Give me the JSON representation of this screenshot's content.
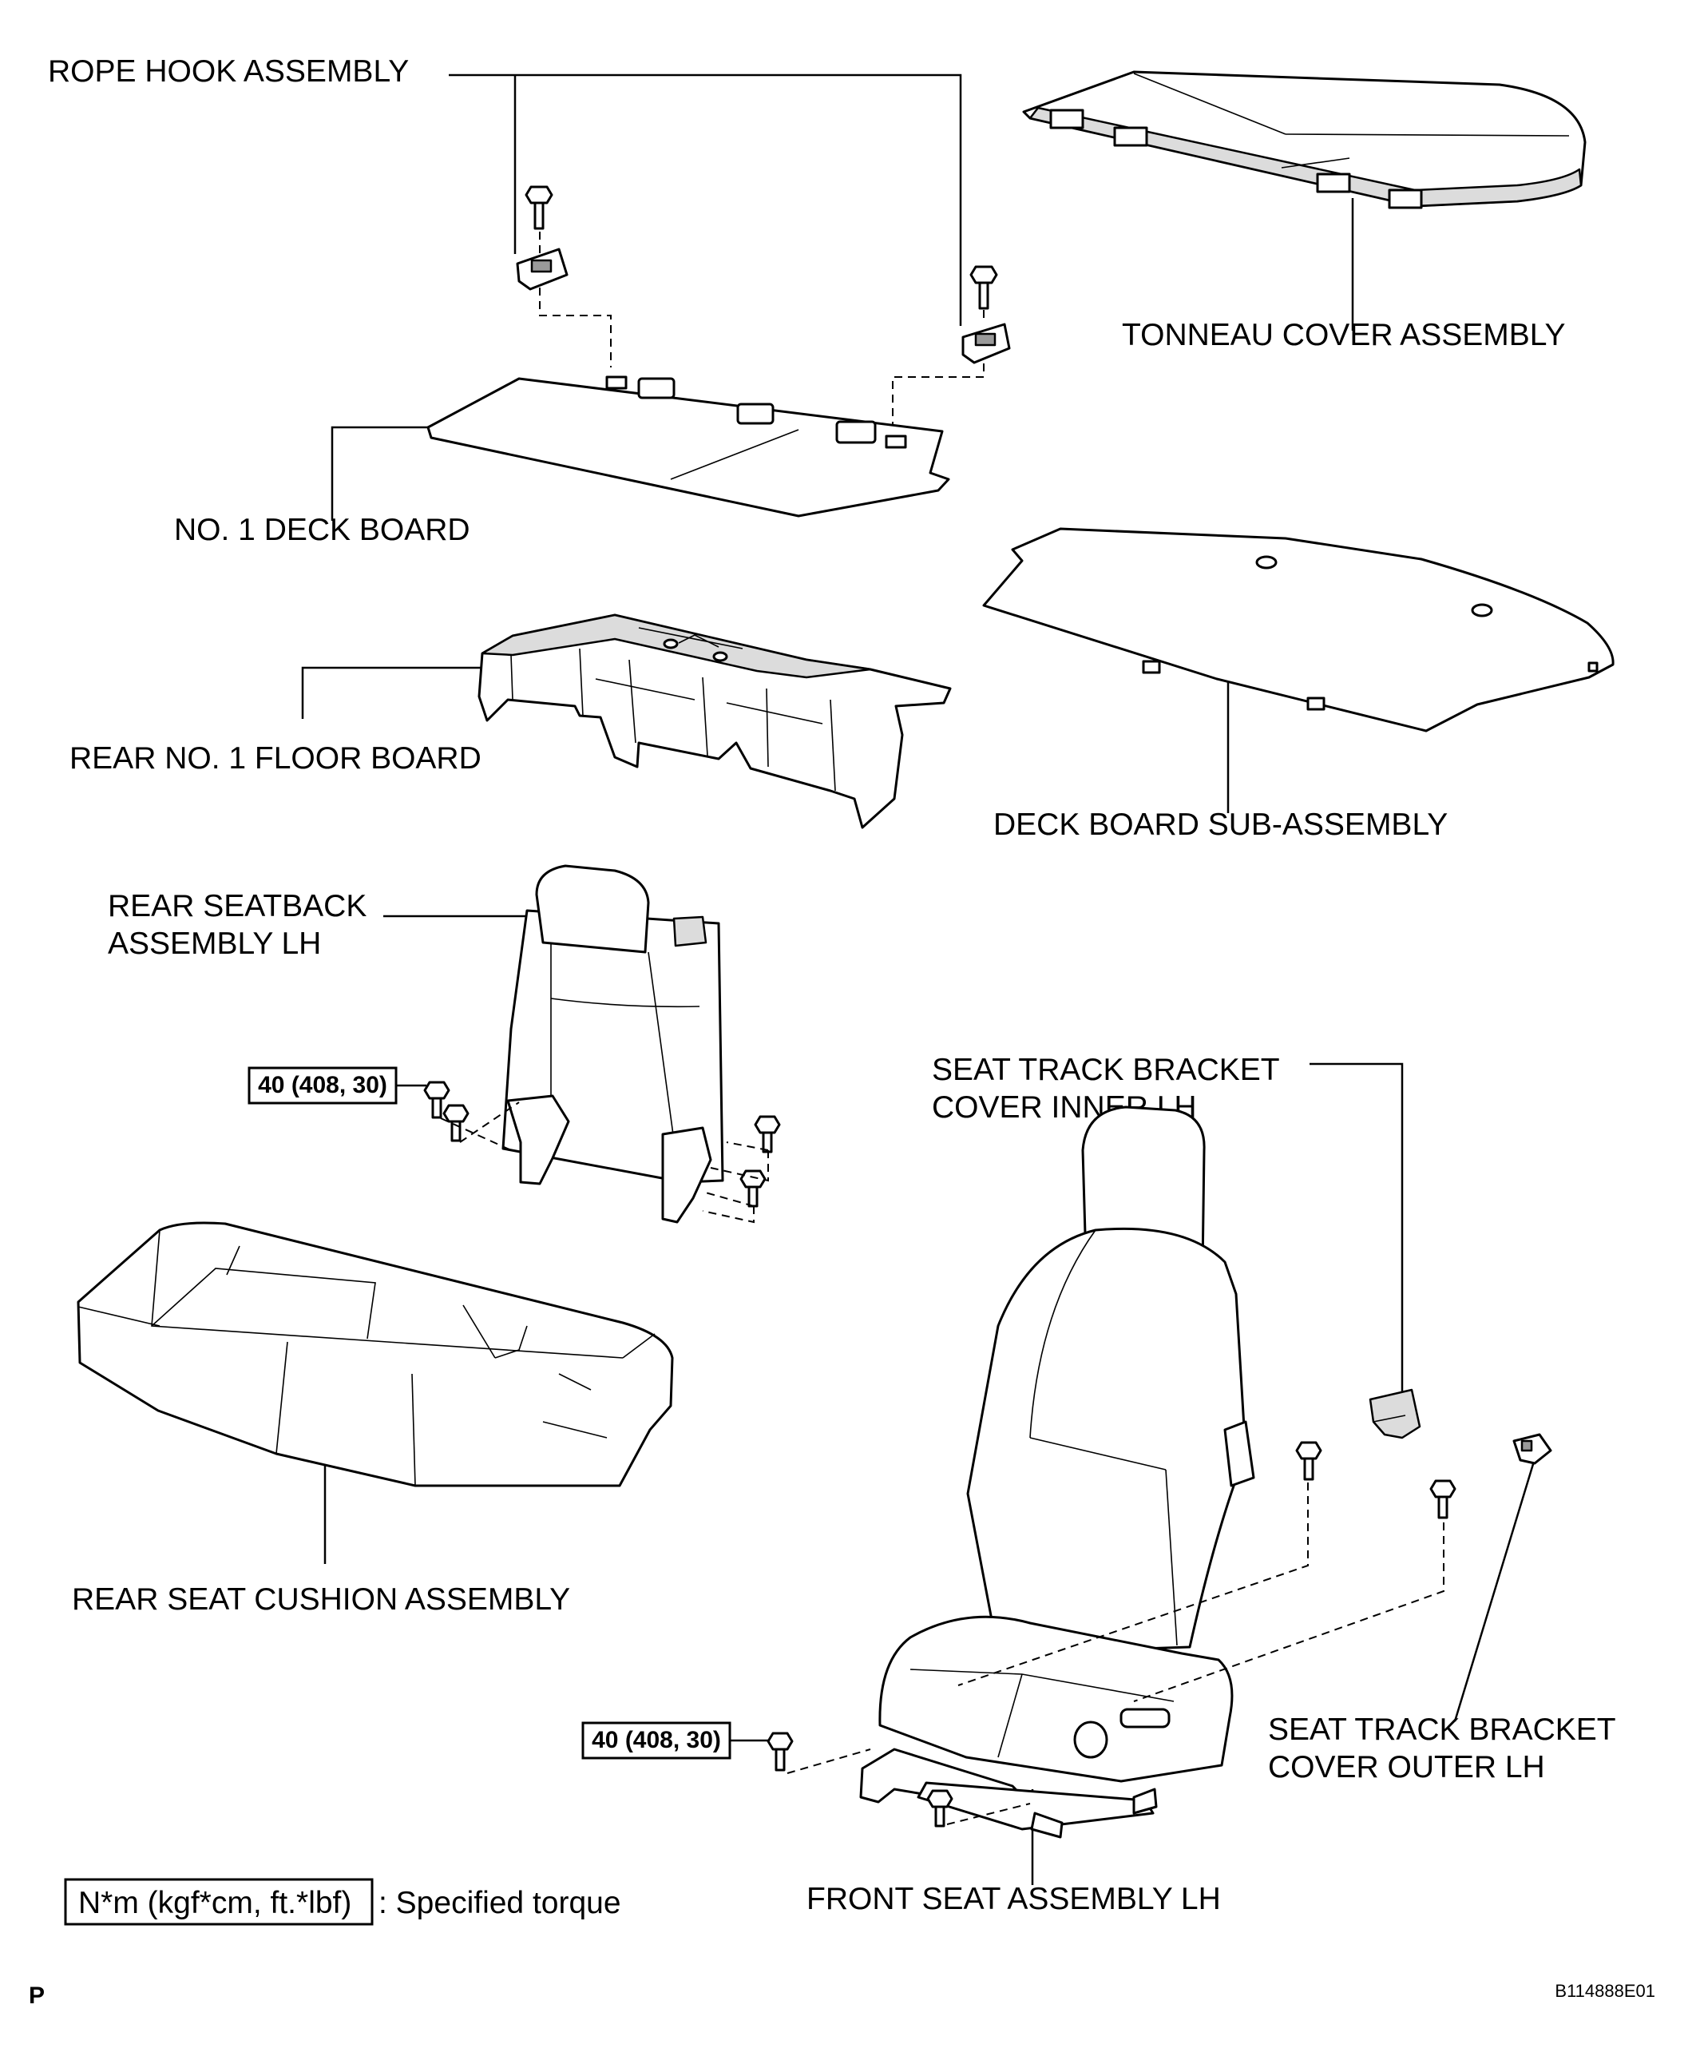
{
  "labels": {
    "rope_hook": "ROPE HOOK ASSEMBLY",
    "tonneau_cover": "TONNEAU COVER ASSEMBLY",
    "no1_deck_board": "NO. 1 DECK BOARD",
    "rear_no1_floor_board": "REAR NO. 1 FLOOR BOARD",
    "deck_board_sub": "DECK BOARD SUB-ASSEMBLY",
    "rear_seatback_line1": "REAR SEATBACK",
    "rear_seatback_line2": "ASSEMBLY LH",
    "seat_track_inner_line1": "SEAT TRACK BRACKET",
    "seat_track_inner_line2": "COVER INNER LH",
    "rear_seat_cushion": "REAR SEAT CUSHION ASSEMBLY",
    "seat_track_outer_line1": "SEAT TRACK BRACKET",
    "seat_track_outer_line2": "COVER OUTER LH",
    "front_seat": "FRONT SEAT ASSEMBLY LH"
  },
  "torque": {
    "seatback_bolt": "40 (408, 30)",
    "front_seat_bolt": "40 (408, 30)"
  },
  "legend": {
    "unit_box": "N*m (kgf*cm, ft.*lbf)",
    "description": ": Specified torque"
  },
  "footer": {
    "page_letter": "P",
    "figure_code": "B114888E01"
  }
}
